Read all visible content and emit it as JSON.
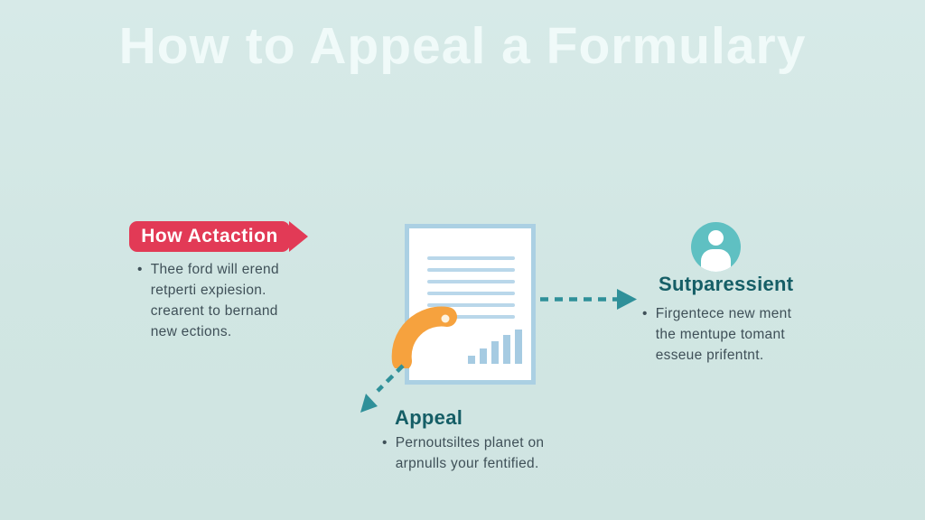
{
  "title": "How to Appeal a Formulary",
  "left_step": {
    "ribbon_label": "How Actaction",
    "bullet": "•",
    "text": "Thee ford will erend\nretperti expiesion.\ncrearent to bernand\nnew ections."
  },
  "right_step": {
    "heading": "Sutparessient",
    "bullet": "•",
    "text": "Firgentece new ment\nthe mentupe tomant\nesseue prifentnt."
  },
  "bottom_step": {
    "heading": "Appeal",
    "bullet": "•",
    "text": "Pernoutsiltes planet on\narpnulls your fentified."
  },
  "icons": {
    "person": "person-icon",
    "document": "document-with-text-and-bar-chart",
    "orange_arc": "orange-arc-swoosh-icon",
    "arrow_right": "dashed-arrow-right-icon",
    "arrow_down_left": "dashed-arrow-down-left-icon"
  },
  "colors": {
    "background": "#d3e6e4",
    "title_text": "#f0faf9",
    "ribbon_red": "#e23a56",
    "heading_teal": "#155e66",
    "body_text": "#3f5058",
    "arrow_teal": "#2f9099",
    "person_icon_teal": "#5fc0c2",
    "doc_border_blue": "#abd0e3",
    "doc_line_blue": "#b9d7ea",
    "bar_blue": "#a6cbe2",
    "arc_orange": "#f6a23e"
  }
}
